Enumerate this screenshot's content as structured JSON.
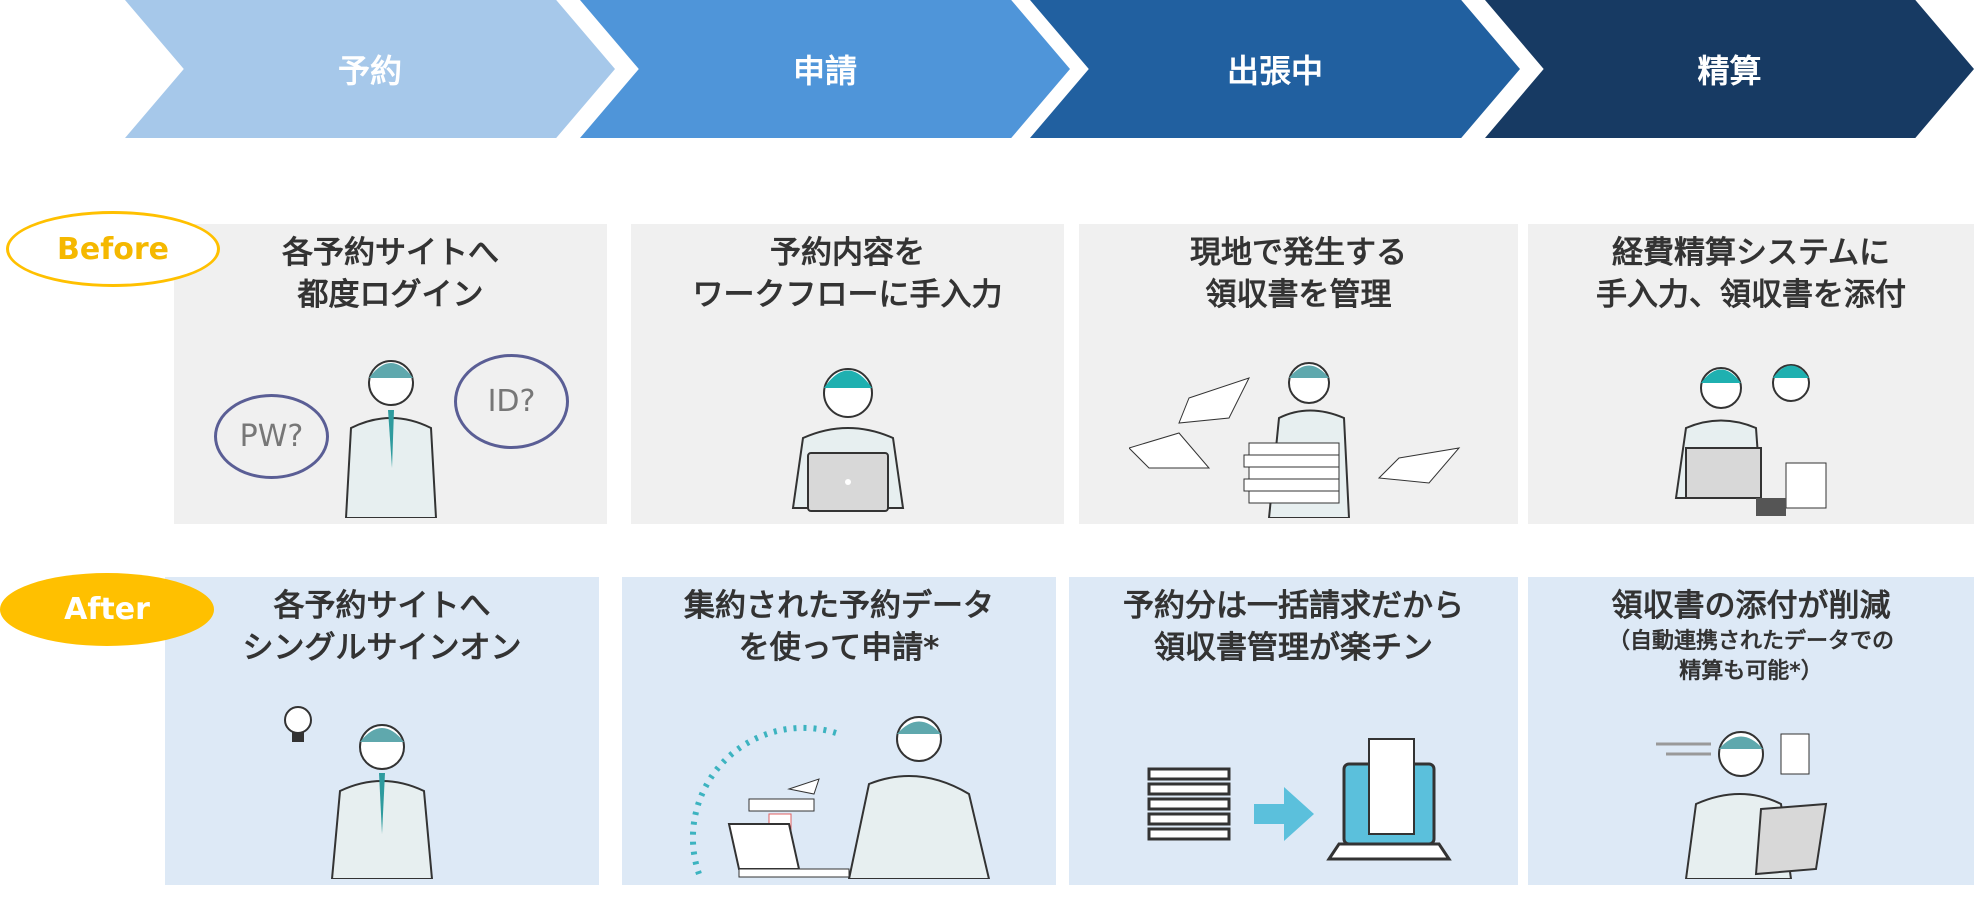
{
  "phases": [
    "予約",
    "申請",
    "出張中",
    "精算"
  ],
  "before": {
    "label": "Before",
    "panels": [
      {
        "line1": "各予約サイトへ",
        "line2": "都度ログイン",
        "bubbles": [
          "PW?",
          "ID?"
        ]
      },
      {
        "line1": "予約内容を",
        "line2": "ワークフローに手入力"
      },
      {
        "line1": "現地で発生する",
        "line2": "領収書を管理"
      },
      {
        "line1": "経費精算システムに",
        "line2": "手入力、領収書を添付"
      }
    ]
  },
  "after": {
    "label": "After",
    "panels": [
      {
        "line1": "各予約サイトへ",
        "line2": "シングルサインオン"
      },
      {
        "line1": "集約された予約データ",
        "line2": "を使って申請*"
      },
      {
        "line1": "予約分は一括請求だから",
        "line2": "領収書管理が楽チン"
      },
      {
        "line1": "領収書の添付が削減",
        "sub1": "（自動連携されたデータでの",
        "sub2": "精算も可能*）"
      }
    ]
  },
  "colors": {
    "phase1": "#a6c8ea",
    "phase2": "#4f95d9",
    "phase3": "#2160a0",
    "phase4": "#173a63",
    "accent": "#ffc000"
  }
}
